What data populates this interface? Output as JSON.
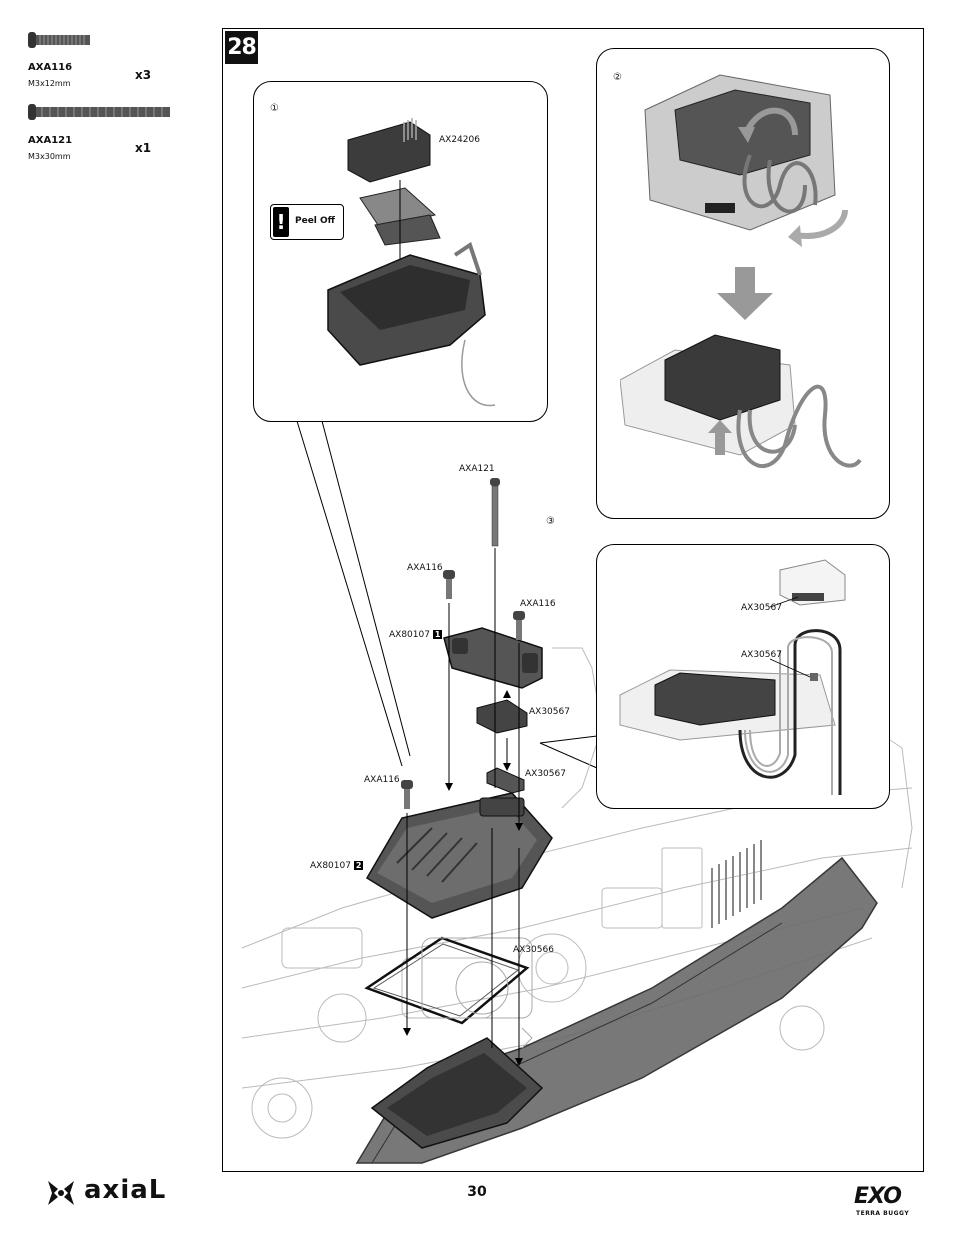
{
  "hardware": [
    {
      "code": "AXA116",
      "size": "M3x12mm",
      "qty": "x3"
    },
    {
      "code": "AXA121",
      "size": "M3x30mm",
      "qty": "x1"
    }
  ],
  "step": {
    "number": "28"
  },
  "callouts": {
    "one": {
      "marker": "①",
      "part": "AX24206",
      "peel": "Peel Off"
    },
    "two": {
      "marker": "②"
    },
    "three": {
      "marker": "③"
    }
  },
  "inset_labels": {
    "ax30567_top": "AX30567",
    "ax30567_mid": "AX30567"
  },
  "main_labels": {
    "axa121": "AXA121",
    "axa116_a": "AXA116",
    "axa116_b": "AXA116",
    "axa116_c": "AXA116",
    "ax80107_1": "AX80107",
    "ax80107_1_badge": "1",
    "ax80107_2": "AX80107",
    "ax80107_2_badge": "2",
    "ax30567_a": "AX30567",
    "ax30567_b": "AX30567",
    "ax30566": "AX30566"
  },
  "footer": {
    "page_number": "30",
    "brand": "axiaL",
    "product": "EXO",
    "product_sub": "TERRA BUGGY"
  }
}
